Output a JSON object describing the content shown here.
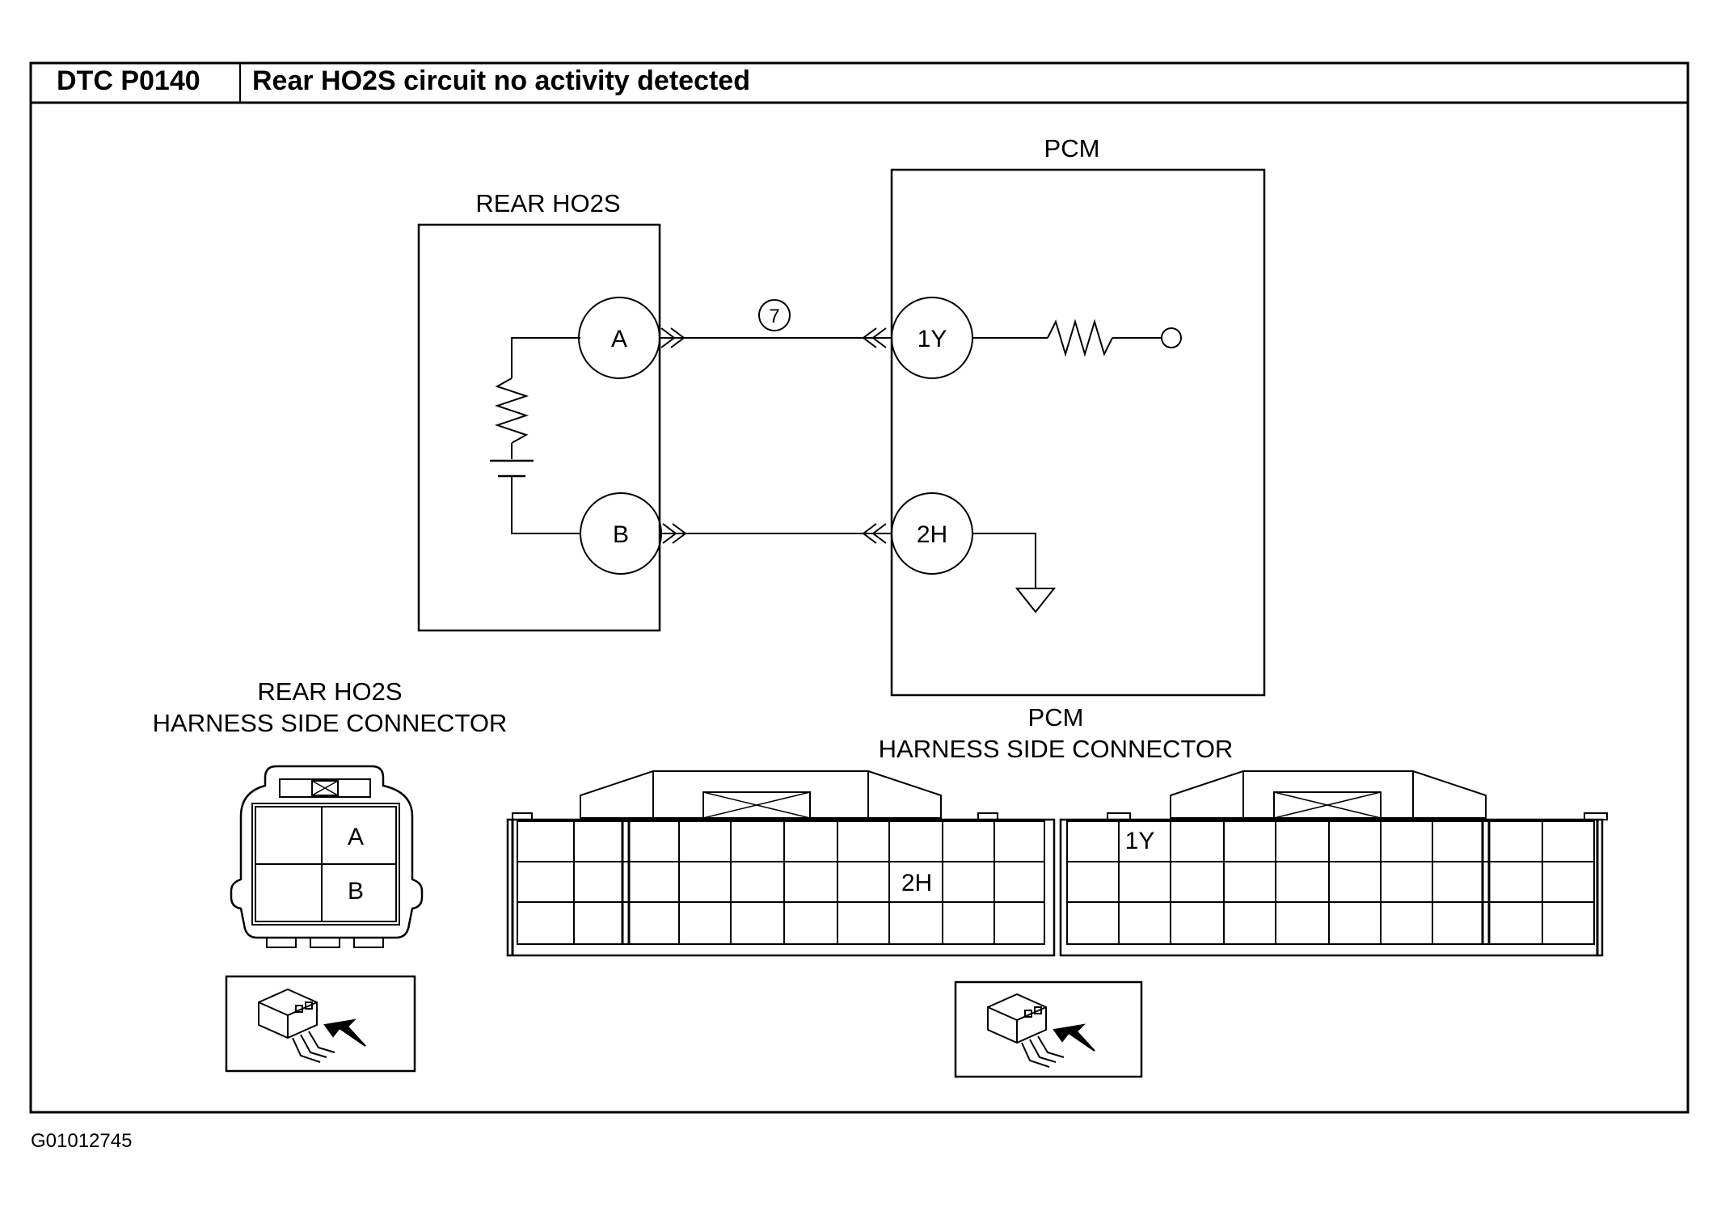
{
  "header": {
    "code": "DTC P0140",
    "title": "Rear HO2S circuit no activity detected"
  },
  "schematic": {
    "sensor_label": "REAR HO2S",
    "pcm_label": "PCM",
    "wire_number": "7",
    "sensor_pins": [
      "A",
      "B"
    ],
    "pcm_pins": [
      "1Y",
      "2H"
    ]
  },
  "connectors": {
    "sensor": {
      "title_line1": "REAR HO2S",
      "title_line2": "HARNESS SIDE CONNECTOR",
      "pins": [
        "A",
        "B"
      ]
    },
    "pcm": {
      "title_line1": "PCM",
      "title_line2": "HARNESS SIDE CONNECTOR",
      "pins": [
        "2H",
        "1Y"
      ]
    }
  },
  "figure_id": "G01012745"
}
